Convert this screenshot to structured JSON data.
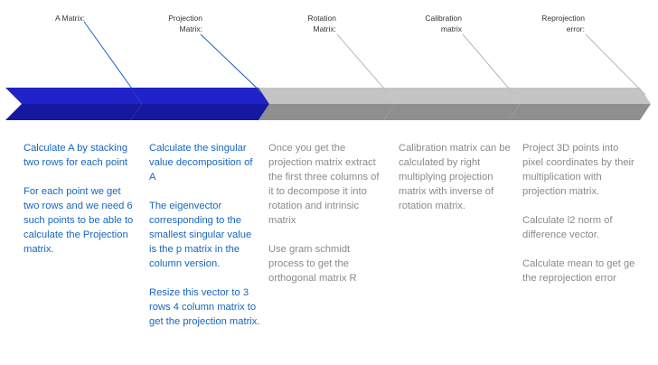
{
  "colors": {
    "stage_active_top": "#1f23c8",
    "stage_active_bottom": "#1518a0",
    "stage_inactive_top": "#c4c4c4",
    "stage_inactive_bottom": "#8f8f8f",
    "text_active": "#1565c0",
    "text_inactive": "#8a8a8a"
  },
  "stages": [
    {
      "header_lines": [
        "A Matrix:"
      ],
      "active": true,
      "paragraphs": [
        "Calculate A by stacking two rows for each point",
        "For each point we get two rows and we need 6 such points to be able to calculate the Projection matrix."
      ]
    },
    {
      "header_lines": [
        "Projection",
        "Matrix:"
      ],
      "active": true,
      "paragraphs": [
        "Calculate the singular value decomposition of A",
        "The eigenvector corresponding to the smallest singular value is the p matrix in the column version.",
        "Resize this vector to 3 rows 4 column matrix to get the projection matrix."
      ]
    },
    {
      "header_lines": [
        "Rotation",
        "Matrix:"
      ],
      "active": false,
      "paragraphs": [
        "Once you get the projection matrix extract the first three columns of it to decompose it into rotation and intrinsic matrix",
        "Use gram schmidt process to get the orthogonal matrix R"
      ]
    },
    {
      "header_lines": [
        "Calibration",
        "matrix"
      ],
      "active": false,
      "paragraphs": [
        "Calibration matrix can be calculated by right multiplying projection matrix with inverse of rotation matrix."
      ]
    },
    {
      "header_lines": [
        "Reprojection",
        "error:"
      ],
      "active": false,
      "paragraphs": [
        "Project 3D points into pixel coordinates by their multiplication with projection matrix.",
        "Calculate l2 norm of difference vector.",
        "Calculate mean to get ge the reprojection error"
      ]
    }
  ]
}
